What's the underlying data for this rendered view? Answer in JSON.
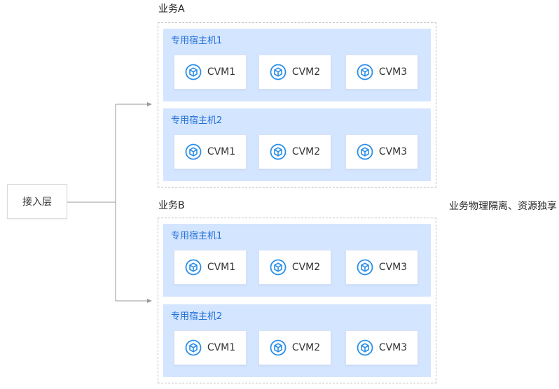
{
  "access_layer": {
    "label": "接入层"
  },
  "note": {
    "label": "业务物理隔离、资源独享"
  },
  "colors": {
    "host_bg": "#d4e5ff",
    "host_label": "#1f6fd8",
    "icon": "#2b8fe8",
    "connector": "#9a9a9a",
    "border_dashed": "#bdbdbd"
  },
  "businesses": [
    {
      "title": "业务A",
      "hosts": [
        {
          "label": "专用宿主机1",
          "vms": [
            "CVM1",
            "CVM2",
            "CVM3"
          ]
        },
        {
          "label": "专用宿主机2",
          "vms": [
            "CVM1",
            "CVM2",
            "CVM3"
          ]
        }
      ]
    },
    {
      "title": "业务B",
      "hosts": [
        {
          "label": "专用宿主机1",
          "vms": [
            "CVM1",
            "CVM2",
            "CVM3"
          ]
        },
        {
          "label": "专用宿主机2",
          "vms": [
            "CVM1",
            "CVM2",
            "CVM3"
          ]
        }
      ]
    }
  ],
  "icons": {
    "vm": "cube-icon"
  }
}
